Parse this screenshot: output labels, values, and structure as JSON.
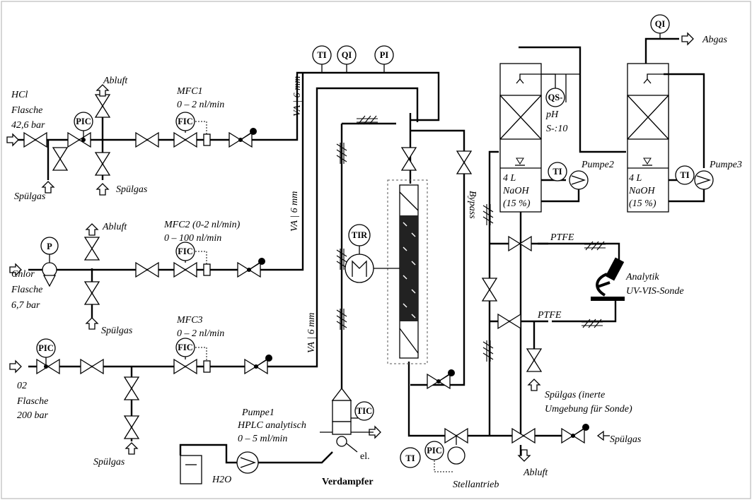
{
  "hcl": {
    "l1": "HCl",
    "l2": "Flasche",
    "l3": "42,6 bar"
  },
  "chlor": {
    "l1": "Chlor",
    "l2": "Flasche",
    "l3": "6,7 bar"
  },
  "o2": {
    "l1": "02",
    "l2": "Flasche",
    "l3": "200 bar"
  },
  "spuelgas": "Spülgas",
  "abluft": "Abluft",
  "mfc1": {
    "l1": "MFC1",
    "l2": "0 – 2 nl/min"
  },
  "mfc2": {
    "l1": "MFC2 (0-2 nl/min)",
    "l2": "0 – 100 nl/min"
  },
  "mfc3": {
    "l1": "MFC3",
    "l2": "0 – 2 nl/min"
  },
  "pipe": "VA | 6 mm",
  "pumpe1": {
    "l1": "Pumpe1",
    "l2": "HPLC analytisch",
    "l3": "0 – 5 ml/min"
  },
  "h2o": "H2O",
  "verdampfer": "Verdampfer",
  "el": "el.",
  "bypass": "Bypass",
  "stellantrieb": "Stellantrieb",
  "ptfe": "PTFE",
  "analytik": {
    "l1": "Analytik",
    "l2": "UV-VIS-Sonde"
  },
  "spuelgas_inert": {
    "l1": "Spülgas (inerte",
    "l2": "Umgebung für Sonde)"
  },
  "scrubber": {
    "vol": "4 L",
    "med": "NaOH",
    "conc": "(15 %)"
  },
  "pumpe2": "Pumpe2",
  "pumpe3": "Pumpe3",
  "abgas": "Abgas",
  "ph": {
    "l1": "pH",
    "l2": "S-:10"
  },
  "tags": {
    "pic": "PIC",
    "p": "P",
    "fic": "FIC",
    "ti": "TI",
    "qi": "QI",
    "pi": "PI",
    "tir": "TIR",
    "tic": "TIC",
    "qs": "QS-"
  }
}
